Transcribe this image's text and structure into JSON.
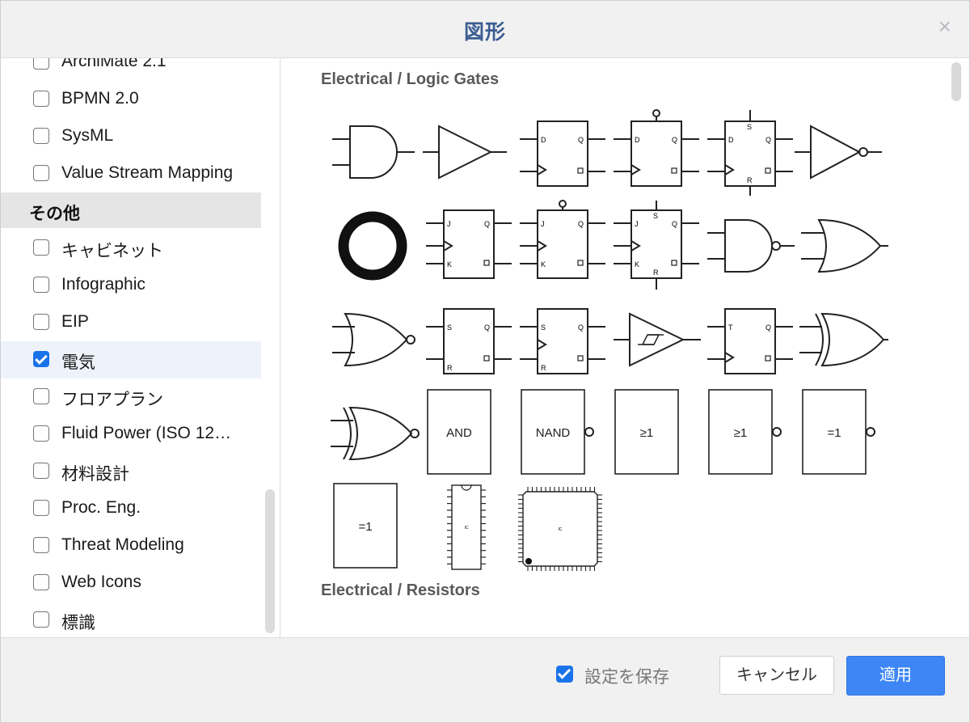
{
  "dialog": {
    "title": "図形",
    "close_icon": "×"
  },
  "sidebar": {
    "items": [
      {
        "type": "item",
        "label": "ArchiMate 2.1",
        "checked": false
      },
      {
        "type": "item",
        "label": "BPMN 2.0",
        "checked": false
      },
      {
        "type": "item",
        "label": "SysML",
        "checked": false
      },
      {
        "type": "item",
        "label": "Value Stream Mapping",
        "checked": false
      },
      {
        "type": "section",
        "label": "その他"
      },
      {
        "type": "item",
        "label": "キャビネット",
        "checked": false
      },
      {
        "type": "item",
        "label": "Infographic",
        "checked": false
      },
      {
        "type": "item",
        "label": "EIP",
        "checked": false
      },
      {
        "type": "item",
        "label": "電気",
        "checked": true
      },
      {
        "type": "item",
        "label": "フロアプラン",
        "checked": false
      },
      {
        "type": "item",
        "label": "Fluid Power (ISO 12…",
        "checked": false
      },
      {
        "type": "item",
        "label": "材料設計",
        "checked": false
      },
      {
        "type": "item",
        "label": "Proc. Eng.",
        "checked": false
      },
      {
        "type": "item",
        "label": "Threat Modeling",
        "checked": false
      },
      {
        "type": "item",
        "label": "Web Icons",
        "checked": false
      },
      {
        "type": "item",
        "label": "標識",
        "checked": false
      }
    ]
  },
  "content": {
    "sections": [
      {
        "title": "Electrical / Logic Gates"
      },
      {
        "title": "Electrical / Resistors"
      }
    ],
    "shape_labels": {
      "and": "AND",
      "nand": "NAND",
      "ge1": "≥1",
      "eq1": "=1",
      "d": "D",
      "q": "Q",
      "s": "S",
      "r": "R",
      "j": "J",
      "k": "K",
      "t": "T",
      "ic": "IC"
    },
    "shapes": [
      "and-gate",
      "buffer",
      "d-flip-flop",
      "d-flip-flop-set",
      "d-flip-flop-sr",
      "inverter",
      "ring",
      "jk-flip-flop",
      "jk-flip-flop-set",
      "jk-flip-flop-sr",
      "nand-gate",
      "or-gate",
      "nor-gate",
      "sr-flip-flop",
      "sr-flip-flop-clock",
      "schmitt-buffer",
      "t-flip-flop",
      "xor-gate",
      "xnor-gate",
      "and-box",
      "nand-box",
      "or-box",
      "nor-box",
      "xnor-box",
      "xor-box",
      "dip-ic",
      "plcc-ic"
    ]
  },
  "footer": {
    "save_label": "設定を保存",
    "save_checked": true,
    "cancel_label": "キャンセル",
    "apply_label": "適用"
  },
  "colors": {
    "title": "#3c5d93",
    "apply": "#3e86f5",
    "checkbox": "#1a73e8"
  }
}
